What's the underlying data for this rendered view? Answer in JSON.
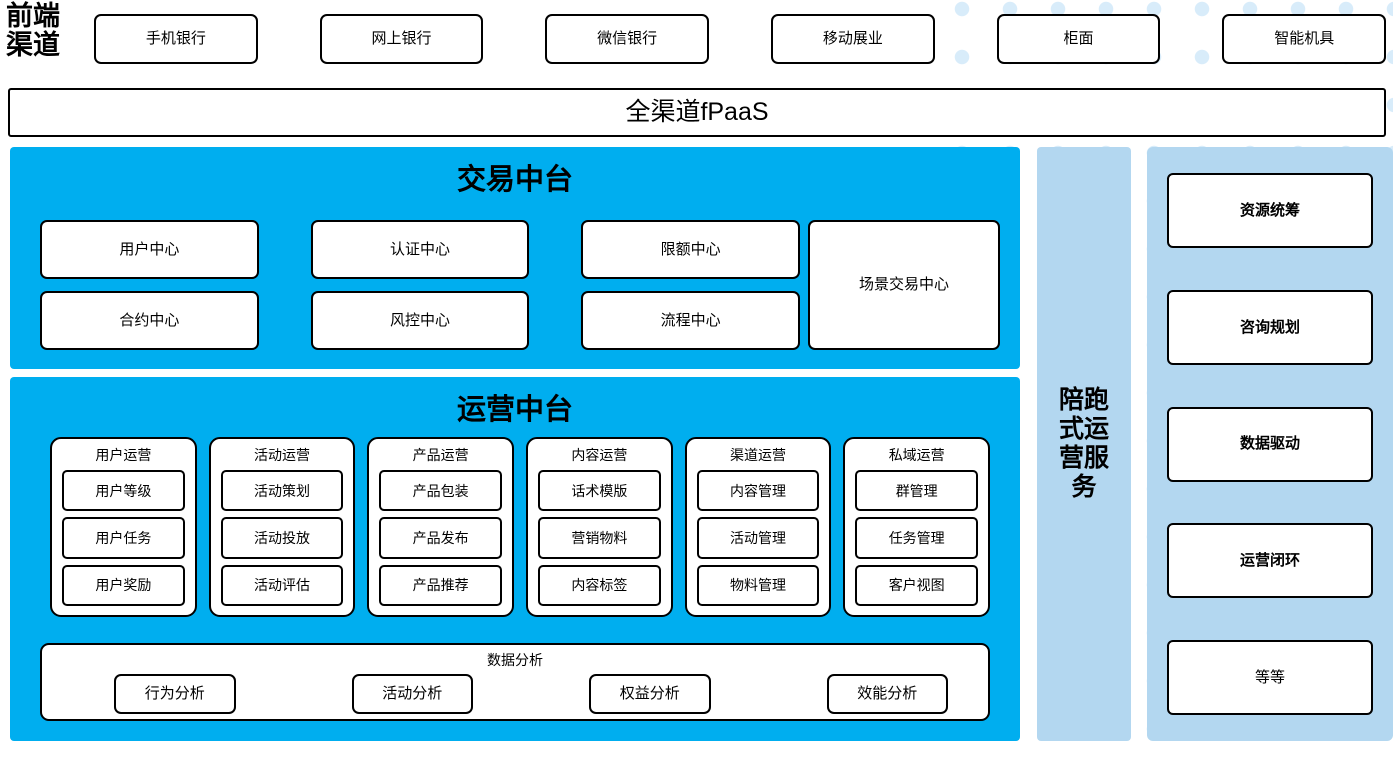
{
  "colors": {
    "cyan_panel": "#00AEEF",
    "light_blue_panel": "#B3D7F0",
    "dot_pattern": "#D8ECFA",
    "box_border": "#000000",
    "box_fill": "#FFFFFF"
  },
  "channels": {
    "label": "前端渠道",
    "items": [
      {
        "label": "手机银行"
      },
      {
        "label": "网上银行"
      },
      {
        "label": "微信银行"
      },
      {
        "label": "移动展业"
      },
      {
        "label": "柜面"
      },
      {
        "label": "智能机具"
      }
    ]
  },
  "fpaas": {
    "label": "全渠道fPaaS"
  },
  "trade_platform": {
    "title": "交易中台",
    "centers": [
      {
        "label": "用户中心"
      },
      {
        "label": "认证中心"
      },
      {
        "label": "限额中心"
      },
      {
        "label": "合约中心"
      },
      {
        "label": "风控中心"
      },
      {
        "label": "流程中心"
      }
    ],
    "scene_center": {
      "label": "场景交易中心"
    }
  },
  "ops_platform": {
    "title": "运营中台",
    "columns": [
      {
        "title": "用户运营",
        "items": [
          {
            "label": "用户等级"
          },
          {
            "label": "用户任务"
          },
          {
            "label": "用户奖励"
          }
        ]
      },
      {
        "title": "活动运营",
        "items": [
          {
            "label": "活动策划"
          },
          {
            "label": "活动投放"
          },
          {
            "label": "活动评估"
          }
        ]
      },
      {
        "title": "产品运营",
        "items": [
          {
            "label": "产品包装"
          },
          {
            "label": "产品发布"
          },
          {
            "label": "产品推荐"
          }
        ]
      },
      {
        "title": "内容运营",
        "items": [
          {
            "label": "话术模版"
          },
          {
            "label": "营销物料"
          },
          {
            "label": "内容标签"
          }
        ]
      },
      {
        "title": "渠道运营",
        "items": [
          {
            "label": "内容管理"
          },
          {
            "label": "活动管理"
          },
          {
            "label": "物料管理"
          }
        ]
      },
      {
        "title": "私域运营",
        "items": [
          {
            "label": "群管理"
          },
          {
            "label": "任务管理"
          },
          {
            "label": "客户视图"
          }
        ]
      }
    ],
    "data_analysis": {
      "title": "数据分析",
      "items": [
        {
          "label": "行为分析"
        },
        {
          "label": "活动分析"
        },
        {
          "label": "权益分析"
        },
        {
          "label": "效能分析"
        }
      ]
    }
  },
  "service_column": {
    "label": "陪跑式运营服务"
  },
  "capabilities": {
    "items": [
      {
        "label": "资源统筹",
        "bold": true
      },
      {
        "label": "咨询规划",
        "bold": true
      },
      {
        "label": "数据驱动",
        "bold": true
      },
      {
        "label": "运营闭环",
        "bold": true
      },
      {
        "label": "等等",
        "bold": false
      }
    ]
  }
}
